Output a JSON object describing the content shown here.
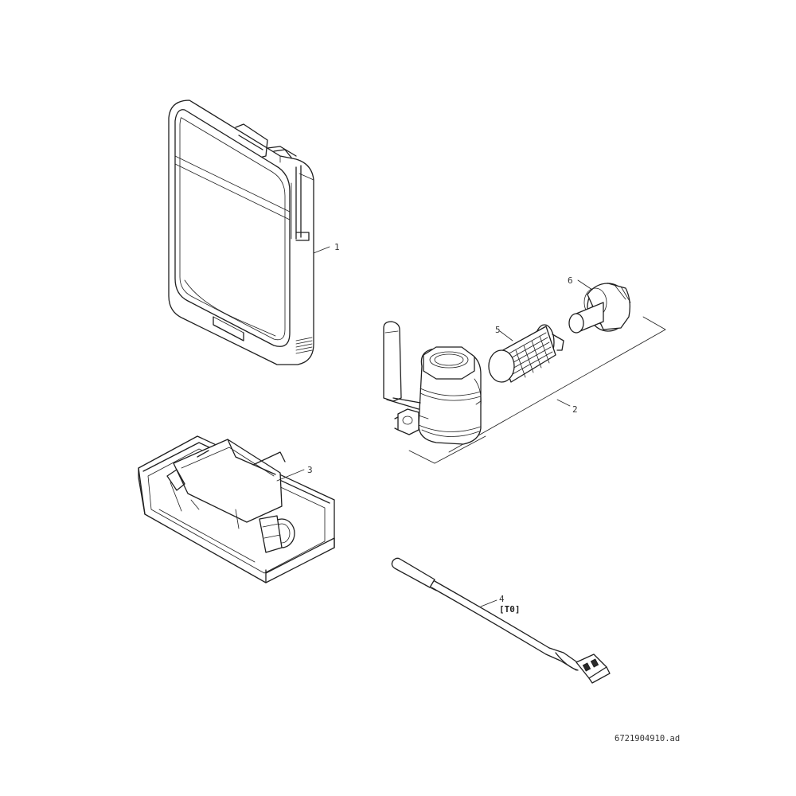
{
  "callouts": {
    "c1": "1",
    "c2": "2",
    "c3": "3",
    "c4": "4",
    "c5": "5",
    "c6": "6"
  },
  "sensor_tag": "[T0]",
  "drawing_reference": "6721904910.ad",
  "icons": {
    "part1": "controller-housing-icon",
    "part2": "ball-valve-icon",
    "part3": "enclosure-box-icon",
    "part4": "temperature-sensor-cable-icon",
    "part5": "strainer-filter-icon",
    "part6": "union-nut-icon"
  }
}
